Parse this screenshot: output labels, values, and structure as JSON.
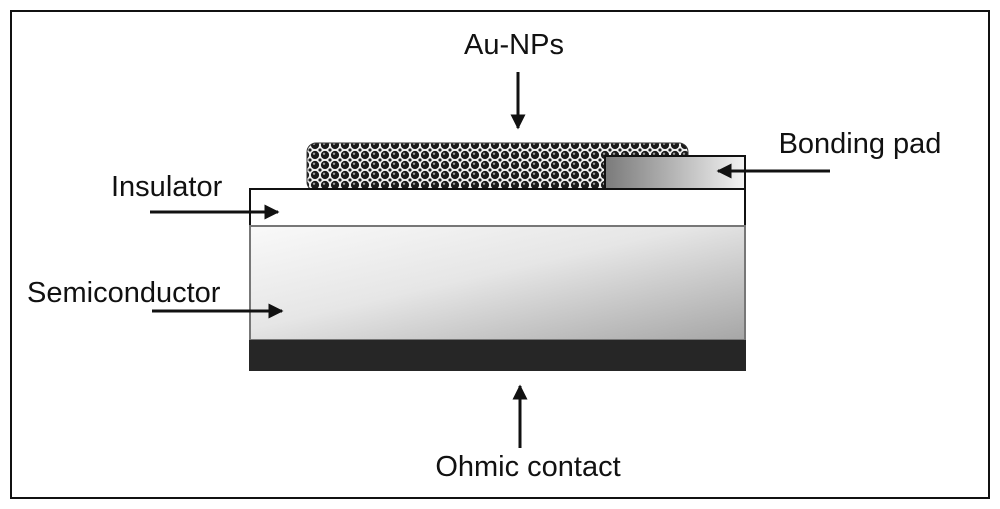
{
  "labels": {
    "au_nps": "Au-NPs",
    "bonding_pad": "Bonding pad",
    "insulator": "Insulator",
    "semiconductor": "Semiconductor",
    "ohmic_contact": "Ohmic contact"
  },
  "colors": {
    "frame": "#111111",
    "ohmic_contact": "#262626",
    "insulator": "#ffffff",
    "semiconductor_light": "#f7f7f7",
    "semiconductor_dark": "#a9a9a9",
    "bonding_pad_dark": "#7c7c7c",
    "bonding_pad_light": "#f2f2f2",
    "nanoparticle": "#1a1a1a"
  }
}
